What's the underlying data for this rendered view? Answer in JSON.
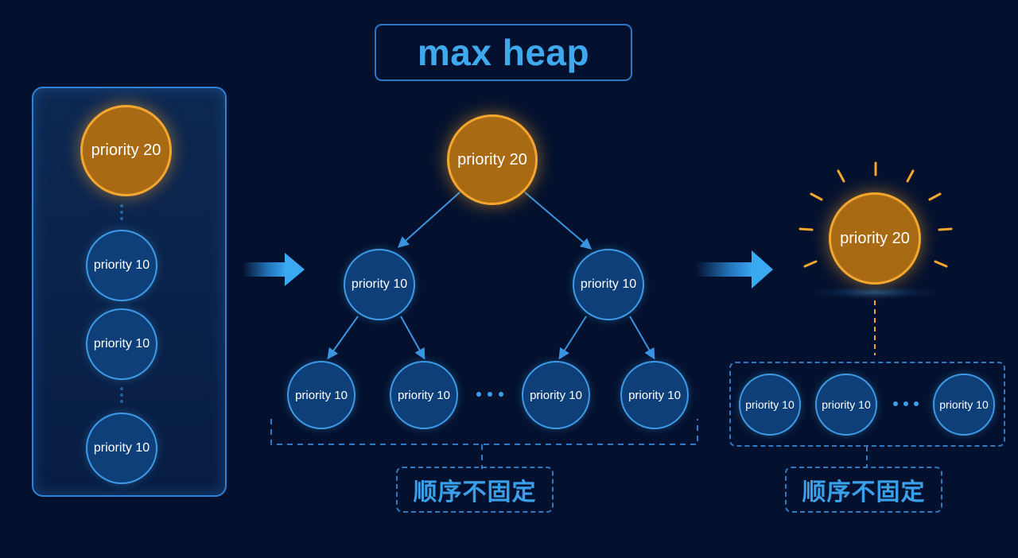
{
  "title": "max heap",
  "colors": {
    "background": "#04112e",
    "accent_blue": "#3fa9ee",
    "node_blue": "#0e3f78",
    "node_orange": "#a86a12",
    "node_orange_border": "#f4a62e"
  },
  "left_list": {
    "items": [
      "priority 20",
      "priority 10",
      "priority 10",
      "priority 10"
    ]
  },
  "heap_tree": {
    "root": "priority 20",
    "level1": [
      "priority 10",
      "priority 10"
    ],
    "leaves": [
      "priority 10",
      "priority 10",
      "priority 10",
      "priority 10"
    ],
    "order_label": "顺序不固定"
  },
  "result": {
    "top": "priority 20",
    "remaining": [
      "priority 10",
      "priority 10",
      "priority 10"
    ],
    "order_label": "顺序不固定"
  }
}
